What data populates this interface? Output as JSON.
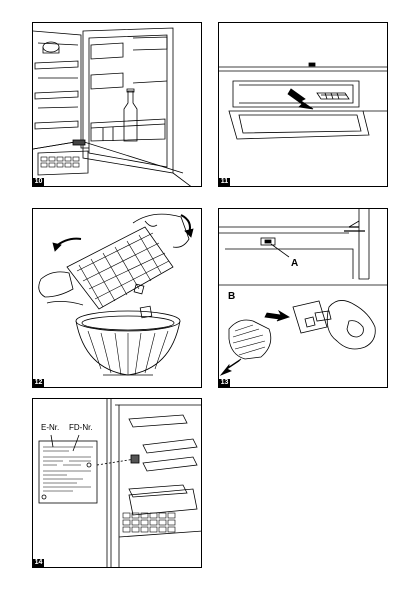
{
  "figures": [
    {
      "number": "10"
    },
    {
      "number": "11"
    },
    {
      "number": "12"
    },
    {
      "number": "13",
      "labels": {
        "a": "A",
        "b": "B"
      }
    },
    {
      "number": "14",
      "labels": {
        "e_nr": "E-Nr.",
        "fd_nr": "FD-Nr."
      }
    }
  ]
}
